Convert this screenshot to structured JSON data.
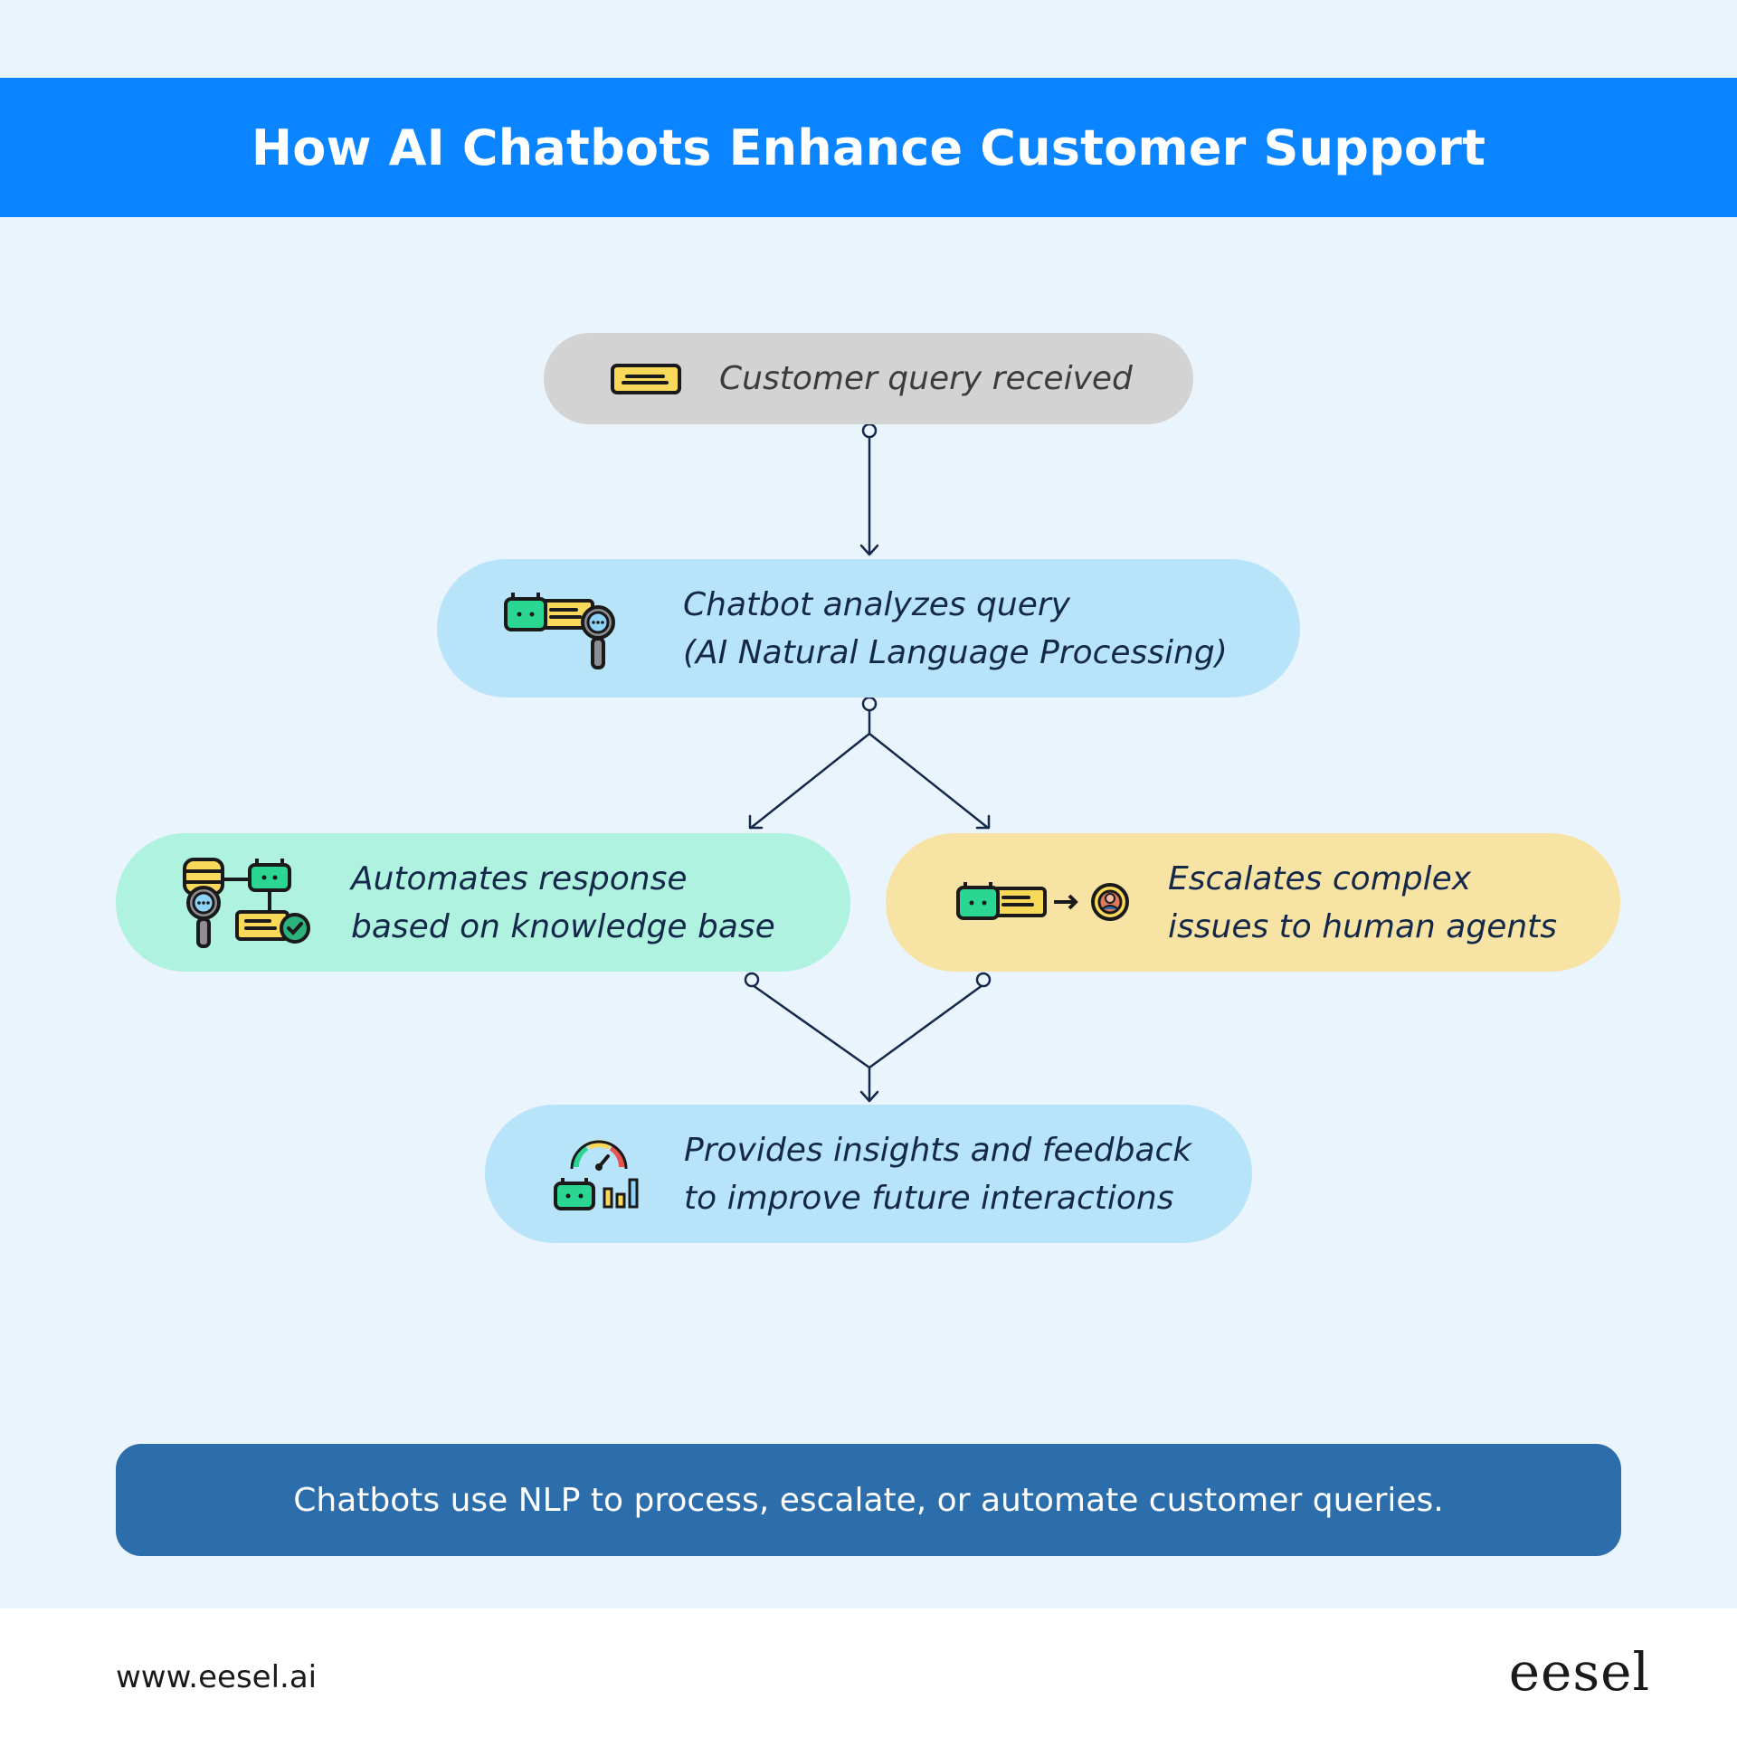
{
  "header": {
    "title": "How AI Chatbots Enhance Customer Support"
  },
  "nodes": {
    "query": {
      "line1": "Customer query received",
      "icon": "message-icon"
    },
    "analyze": {
      "line1": "Chatbot analyzes query",
      "line2": "(AI Natural Language Processing)",
      "icon": "chatbot-search-icon"
    },
    "automate": {
      "line1": "Automates response",
      "line2": "based on knowledge base",
      "icon": "knowledge-base-automation-icon"
    },
    "escalate": {
      "line1": "Escalates complex",
      "line2": "issues to human agents",
      "icon": "escalate-to-agent-icon"
    },
    "insights": {
      "line1": "Provides insights and feedback",
      "line2": "to improve future interactions",
      "icon": "analytics-gauge-icon"
    }
  },
  "summary": {
    "text": "Chatbots use NLP to process, escalate, or automate customer queries."
  },
  "footer": {
    "url": "www.eesel.ai",
    "logo": "eesel"
  },
  "colors": {
    "header": "#0a84ff",
    "background": "#eaf4fd",
    "query_node": "#d3d3d3",
    "analyze_node": "#b8e4f9",
    "automate_node": "#aff2e0",
    "escalate_node": "#f7e3a3",
    "insights_node": "#b8e4f9",
    "summary": "#2c6eab",
    "connector": "#14284a"
  }
}
